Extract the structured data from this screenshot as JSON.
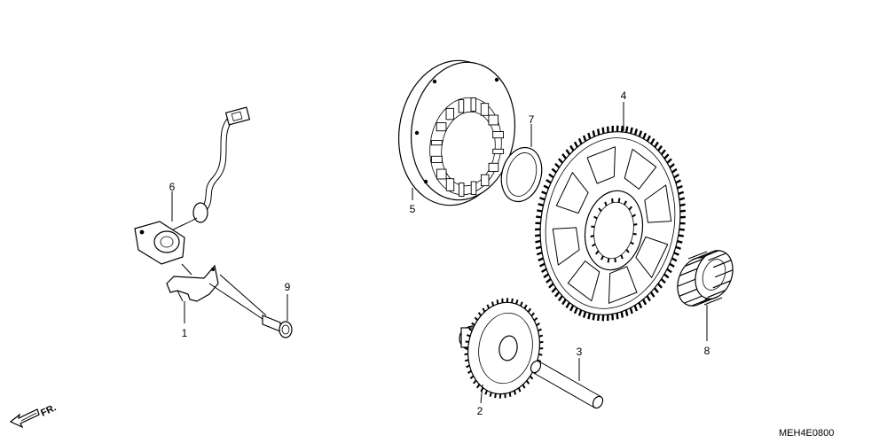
{
  "diagram": {
    "callouts": [
      "1",
      "2",
      "3",
      "4",
      "5",
      "6",
      "7",
      "8",
      "9"
    ],
    "diagram_code": "MEH4E0800",
    "direction_label": "FR."
  }
}
